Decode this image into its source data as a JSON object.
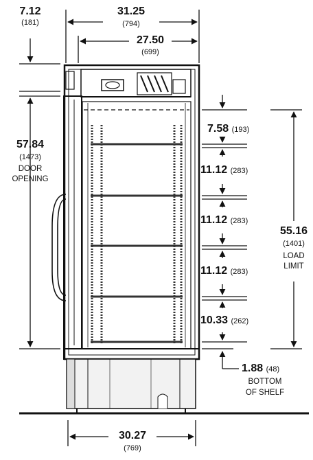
{
  "dimensions": {
    "top_height": {
      "in": "7.12",
      "mm": "(181)"
    },
    "overall_width": {
      "in": "31.25",
      "mm": "(794)"
    },
    "cabinet_width": {
      "in": "27.50",
      "mm": "(699)"
    },
    "door_opening": {
      "in": "57.84",
      "mm": "(1473)",
      "caption_1": "DOOR",
      "caption_2": "OPENING"
    },
    "load_limit": {
      "in": "55.16",
      "mm": "(1401)",
      "caption_1": "LOAD",
      "caption_2": "LIMIT"
    },
    "shelf_1": {
      "in": "7.58",
      "mm": "(193)"
    },
    "shelf_2": {
      "in": "11.12",
      "mm": "(283)"
    },
    "shelf_3": {
      "in": "11.12",
      "mm": "(283)"
    },
    "shelf_4": {
      "in": "11.12",
      "mm": "(283)"
    },
    "shelf_5": {
      "in": "10.33",
      "mm": "(262)"
    },
    "bottom_shelf": {
      "in": "1.88",
      "mm": "(48)",
      "caption_1": "BOTTOM",
      "caption_2": "OF SHELF"
    },
    "base_width": {
      "in": "30.27",
      "mm": "(769)"
    }
  },
  "colors": {
    "line": "#111111",
    "shelf": "#333333",
    "base_fill": "#f2f2f2"
  }
}
